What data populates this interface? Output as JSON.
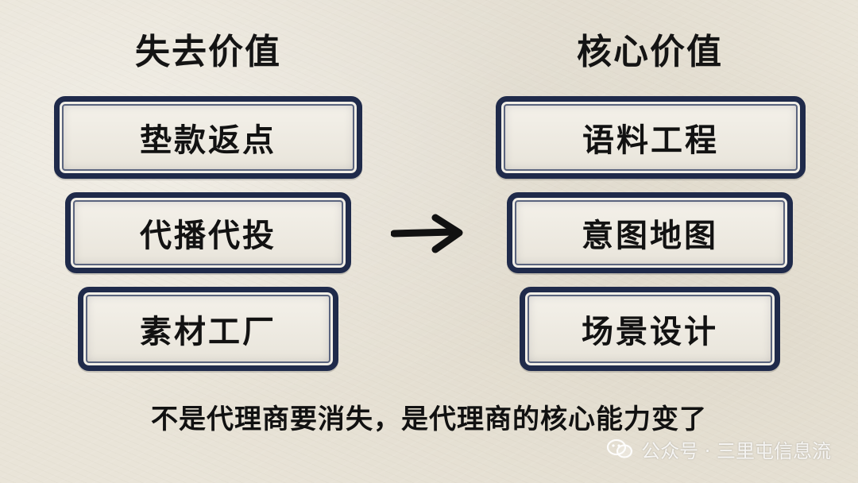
{
  "left_column": {
    "title": "失去价值",
    "items": [
      "垫款返点",
      "代播代投",
      "素材工厂"
    ]
  },
  "right_column": {
    "title": "核心价值",
    "items": [
      "语料工程",
      "意图地图",
      "场景设计"
    ]
  },
  "arrow_icon": "right-arrow-icon",
  "conclusion": "不是代理商要消失，是代理商的核心能力变了",
  "watermark": {
    "icon": "wechat-icon",
    "text": "公众号 · 三里屯信息流"
  }
}
